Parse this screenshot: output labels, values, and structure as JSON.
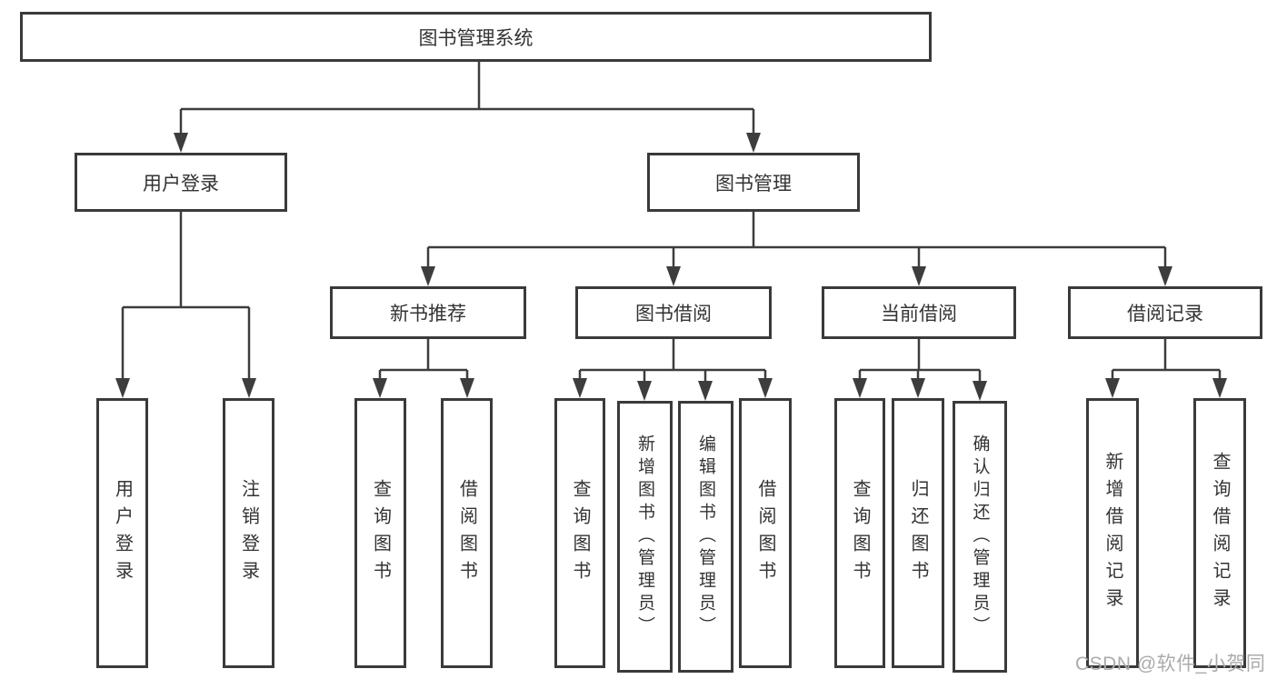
{
  "diagram": {
    "root": {
      "label": "图书管理系统"
    },
    "branches": [
      {
        "label": "用户登录",
        "children": [
          {
            "label": "用户登录"
          },
          {
            "label": "注销登录"
          }
        ]
      },
      {
        "label": "图书管理",
        "children": [
          {
            "label": "新书推荐",
            "children": [
              {
                "label": "查询图书"
              },
              {
                "label": "借阅图书"
              }
            ]
          },
          {
            "label": "图书借阅",
            "children": [
              {
                "label": "查询图书"
              },
              {
                "label": "新增图书（管理员）"
              },
              {
                "label": "编辑图书（管理员）"
              },
              {
                "label": "借阅图书"
              }
            ]
          },
          {
            "label": "当前借阅",
            "children": [
              {
                "label": "查询图书"
              },
              {
                "label": "归还图书"
              },
              {
                "label": "确认归还（管理员）"
              }
            ]
          },
          {
            "label": "借阅记录",
            "children": [
              {
                "label": "新增借阅记录"
              },
              {
                "label": "查询借阅记录"
              }
            ]
          }
        ]
      }
    ]
  },
  "watermark": {
    "text": "CSDN @软件_小贺同学",
    "color": "#ababab"
  },
  "colors": {
    "line": "#3d3d3d",
    "box_border": "#3a3a3a",
    "box_fill": "#ffffff",
    "text": "#333333",
    "background": "#ffffff"
  }
}
